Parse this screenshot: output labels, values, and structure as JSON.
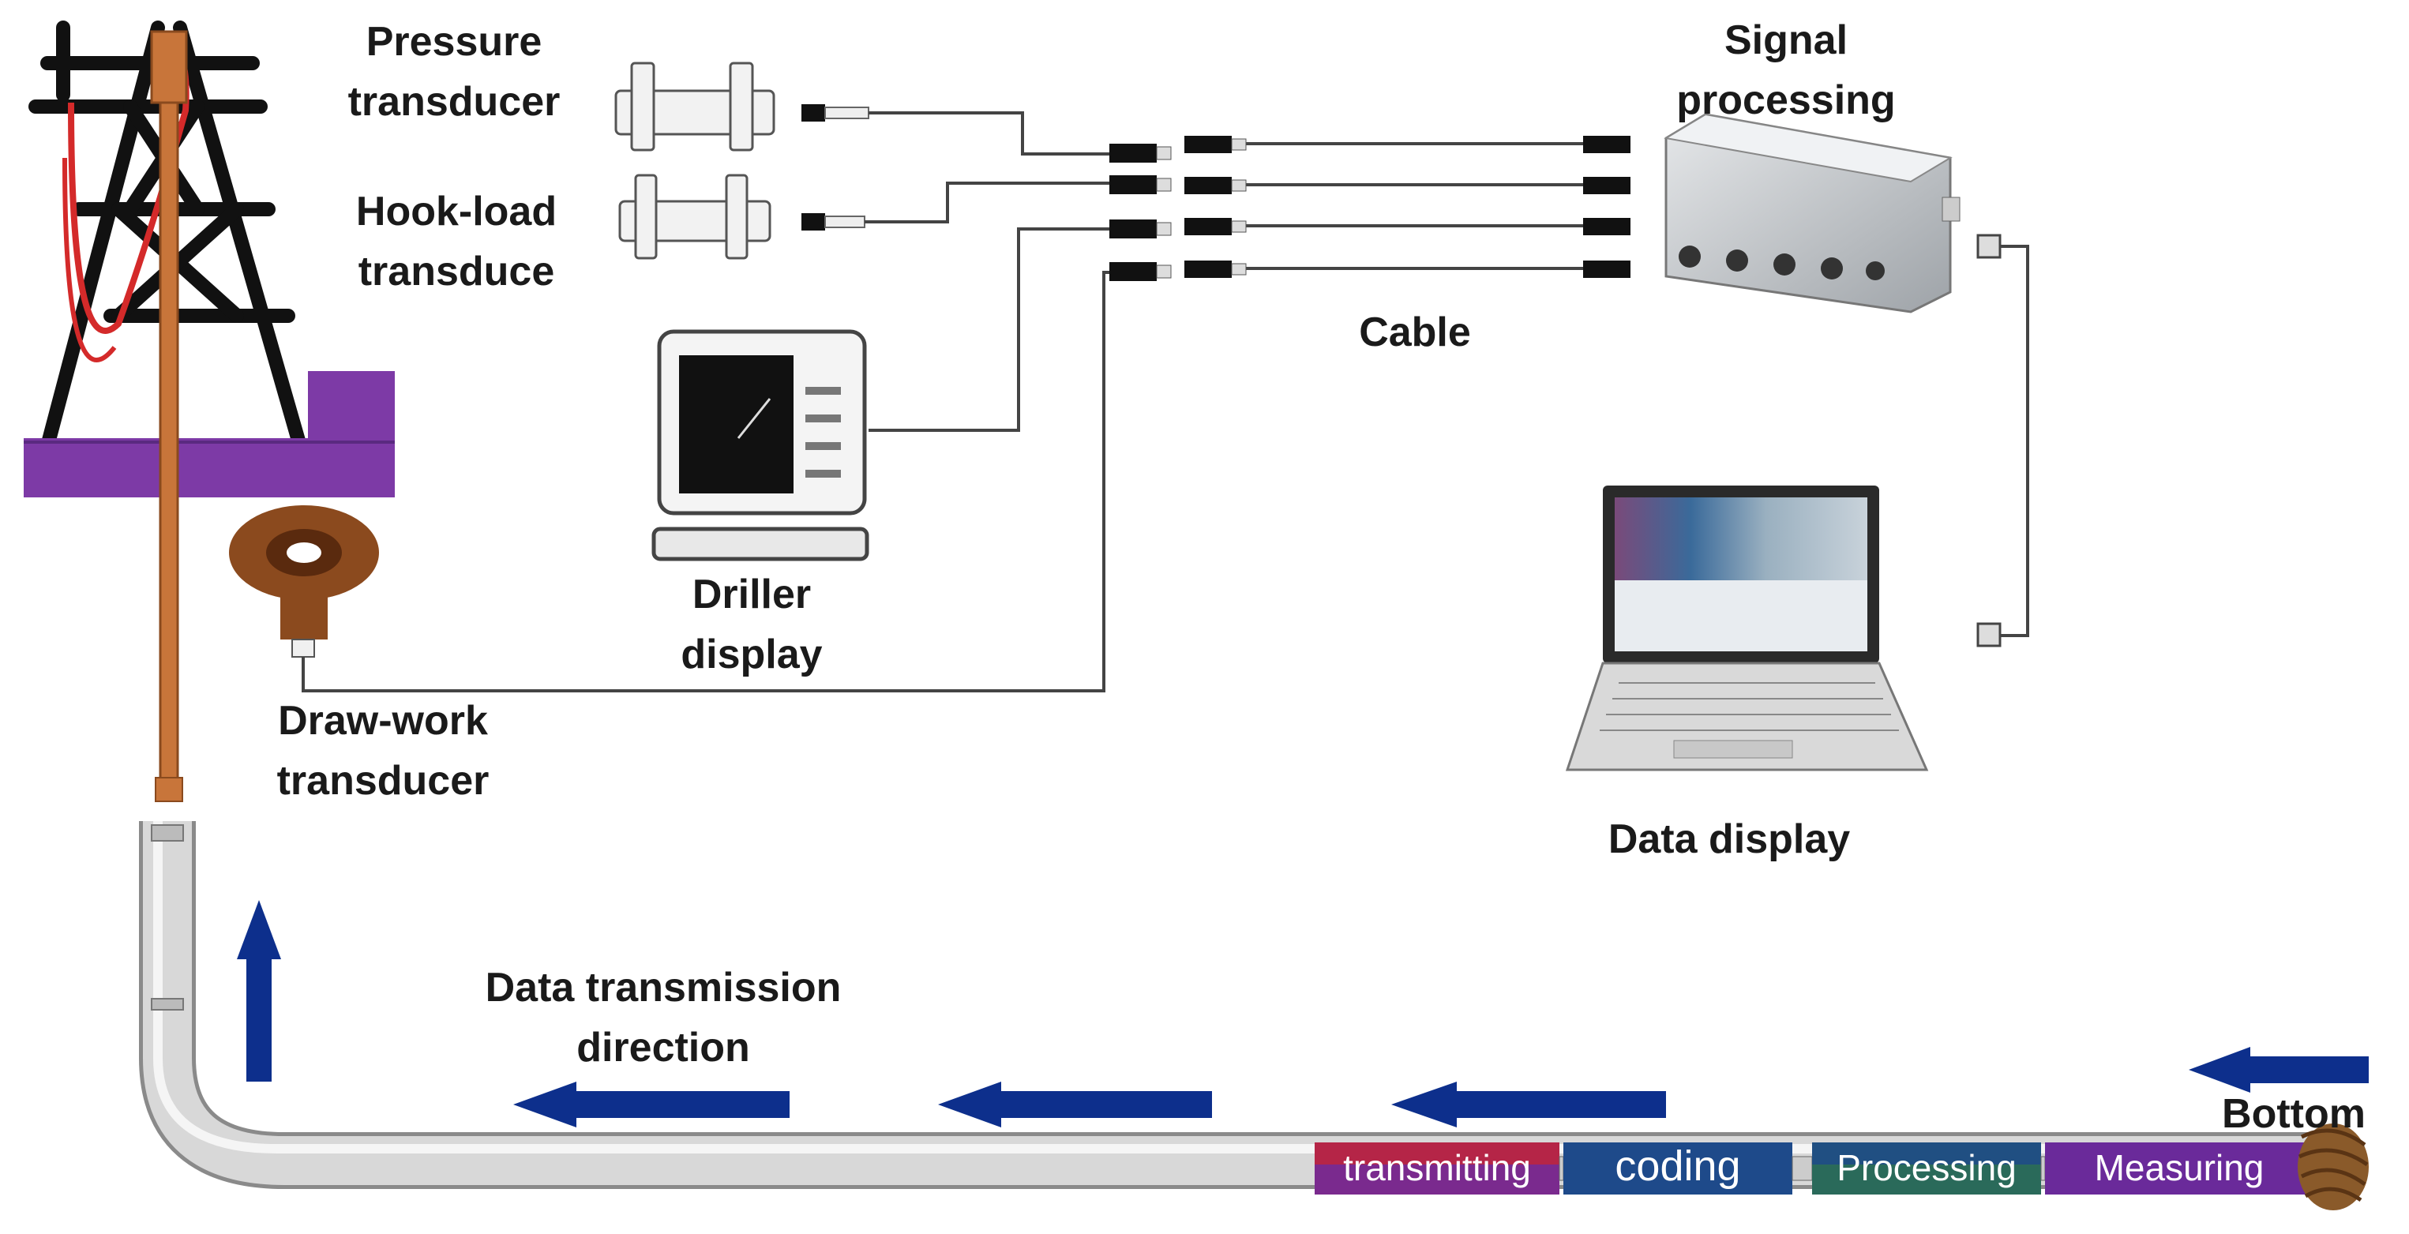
{
  "labels": {
    "pressure_transducer": [
      "Pressure",
      "transducer"
    ],
    "hookload_transducer": [
      "Hook-load",
      "transduce"
    ],
    "signal_processing": [
      "Signal",
      "processing"
    ],
    "cable": "Cable",
    "driller_display": [
      "Driller",
      "display"
    ],
    "drawwork_transducer": [
      "Draw-work",
      "transducer"
    ],
    "data_display": "Data display",
    "data_transmission_direction": [
      "Data transmission",
      "direction"
    ],
    "bottom": "Bottom"
  },
  "tool_modules": [
    {
      "label": "transmitting",
      "color": "#7a2a8e",
      "top_color": "#c0243b"
    },
    {
      "label": "coding",
      "color": "#1e4a8a",
      "top_color": "#1e4a8a"
    },
    {
      "label": "Processing",
      "color": "#2a6a5a",
      "top_color": "#1e4a8a"
    },
    {
      "label": "Measuring",
      "color": "#6a2a9a",
      "top_color": "#6a2a9a"
    }
  ],
  "colors": {
    "rig_frame": "#111111",
    "rig_platform": "#7d3aa6",
    "drill_pipe": "#c8753a",
    "arrow_blue": "#0d2f8c",
    "cable": "#444444",
    "lines_red": "#d42a2a"
  }
}
